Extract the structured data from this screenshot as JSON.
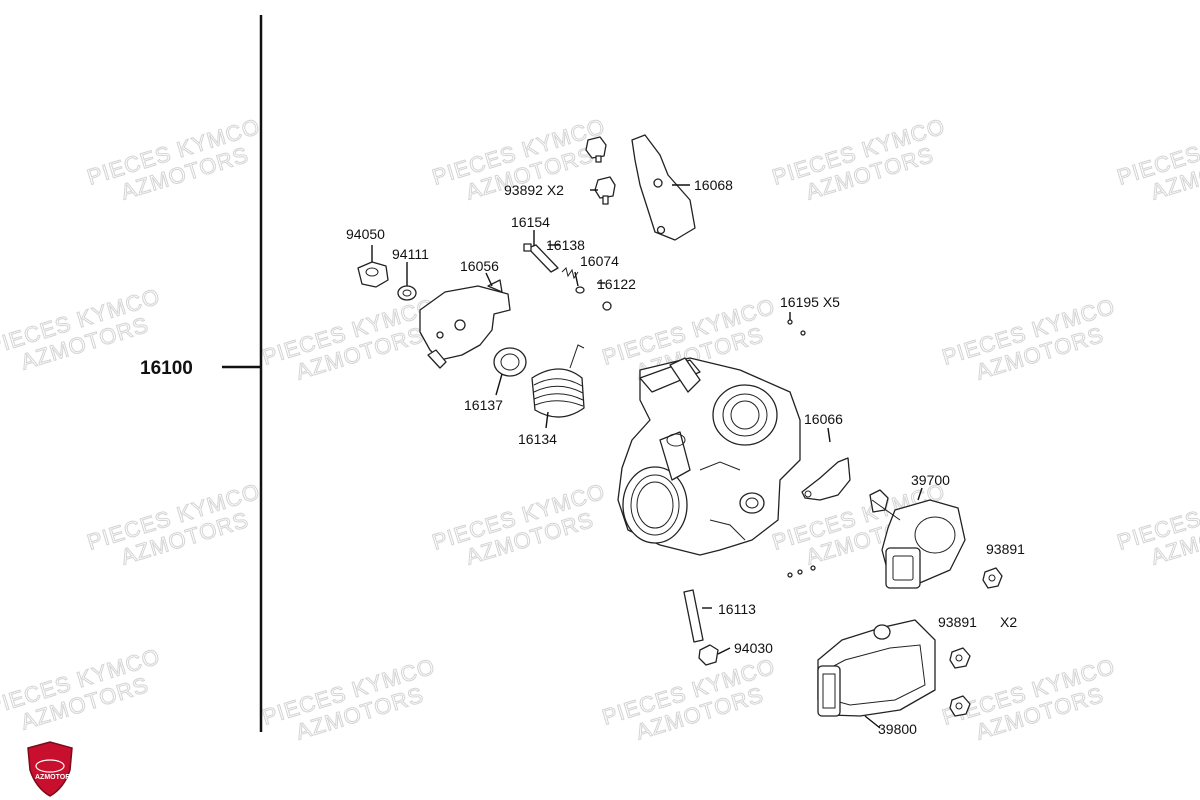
{
  "watermark": {
    "line1": "PIECES KYMCO",
    "line2": "AZMOTORS"
  },
  "assembly": {
    "label": "16100"
  },
  "parts": [
    {
      "id": "p16068",
      "label": "16068"
    },
    {
      "id": "p93892",
      "label": "93892  X2"
    },
    {
      "id": "p94050",
      "label": "94050"
    },
    {
      "id": "p16154",
      "label": "16154"
    },
    {
      "id": "p94111",
      "label": "94111"
    },
    {
      "id": "p16138",
      "label": "16138"
    },
    {
      "id": "p16056",
      "label": "16056"
    },
    {
      "id": "p16074",
      "label": "16074"
    },
    {
      "id": "p16122",
      "label": "16122"
    },
    {
      "id": "p16195",
      "label": "16195  X5"
    },
    {
      "id": "p16137",
      "label": "16137"
    },
    {
      "id": "p16134",
      "label": "16134"
    },
    {
      "id": "p16066",
      "label": "16066"
    },
    {
      "id": "p39700",
      "label": "39700"
    },
    {
      "id": "p93891a",
      "label": "93891"
    },
    {
      "id": "p16113",
      "label": "16113"
    },
    {
      "id": "p93891b",
      "label": "93891"
    },
    {
      "id": "p93891b_qty",
      "label": "X2"
    },
    {
      "id": "p94030",
      "label": "94030"
    },
    {
      "id": "p39800",
      "label": "39800"
    }
  ],
  "logo": {
    "text": "AZMOTORS",
    "color": "#c8102e"
  }
}
